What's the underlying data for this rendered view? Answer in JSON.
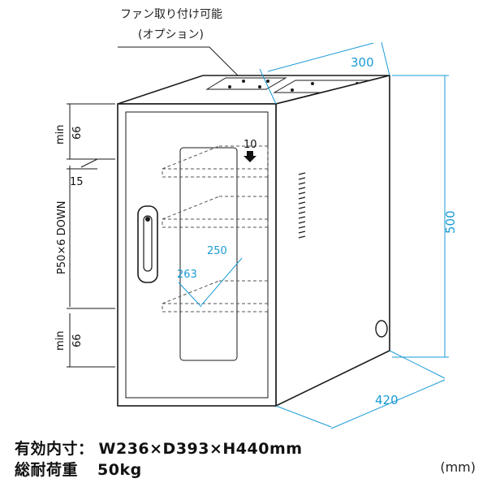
{
  "callout": {
    "line1": "ファン取り付け可能",
    "line2": "(オプション)"
  },
  "dimensions": {
    "width": "300",
    "height": "500",
    "depth": "420"
  },
  "inner_dims": {
    "d1": "250",
    "d2": "263",
    "shelf_drop": "10"
  },
  "side_dims": {
    "top_min": "min",
    "top_val": "66",
    "pitch_offset": "15",
    "pitch": "P50×6 DOWN",
    "bottom_min": "min",
    "bottom_val": "66"
  },
  "specs": {
    "inner_label": "有効内寸：",
    "inner_value": "W236×D393×H440mm",
    "load_label": "総耐荷重",
    "load_value": "50kg"
  },
  "unit": "(mm)",
  "colors": {
    "dimension": "#1a9bd6",
    "line": "#1a1a1a",
    "cabinet": "#ffffff",
    "shelf": "#555555"
  }
}
